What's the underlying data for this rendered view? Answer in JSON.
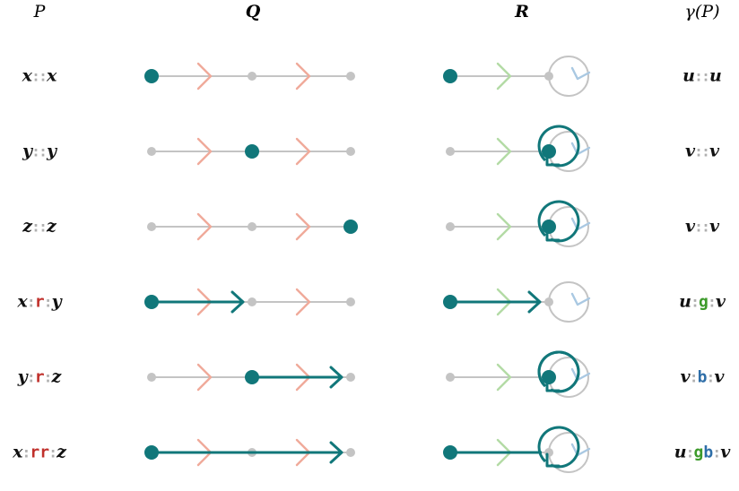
{
  "headers": {
    "p": "P",
    "q": "Q",
    "r": "R",
    "gamma": "γ(P)"
  },
  "colors": {
    "teal": "#11777a",
    "node_gray": "#c4c4c4",
    "edge_gray": "#c4c4c4",
    "q_arrow": "#f0aa9a",
    "r_arrow": "#b3dba5",
    "loop_arrow": "#a9c8e2",
    "label_r": "#c0302b",
    "label_g": "#3c9a2a",
    "label_b": "#2e6ea8",
    "separator": "#b0b0b0"
  },
  "rows": [
    {
      "p": {
        "start": "x",
        "label": "",
        "end": "x"
      },
      "q_path": [
        0,
        0
      ],
      "r_path": [
        0,
        0
      ],
      "gamma": {
        "start": "u",
        "label": "",
        "end": "u"
      }
    },
    {
      "p": {
        "start": "y",
        "label": "",
        "end": "y"
      },
      "q_path": [
        1,
        1
      ],
      "r_path": [
        1,
        1
      ],
      "gamma": {
        "start": "v",
        "label": "",
        "end": "v"
      }
    },
    {
      "p": {
        "start": "z",
        "label": "",
        "end": "z"
      },
      "q_path": [
        2,
        2
      ],
      "r_path": [
        1,
        1
      ],
      "gamma": {
        "start": "v",
        "label": "",
        "end": "v"
      }
    },
    {
      "p": {
        "start": "x",
        "label": "r",
        "end": "y"
      },
      "q_path": [
        0,
        1
      ],
      "r_path": [
        0,
        1
      ],
      "gamma": {
        "start": "u",
        "label": "g",
        "end": "v"
      }
    },
    {
      "p": {
        "start": "y",
        "label": "r",
        "end": "z"
      },
      "q_path": [
        1,
        2
      ],
      "r_path": [
        1,
        1,
        1
      ],
      "gamma": {
        "start": "v",
        "label": "b",
        "end": "v"
      }
    },
    {
      "p": {
        "start": "x",
        "label": "rr",
        "end": "z"
      },
      "q_path": [
        0,
        1,
        2
      ],
      "r_path": [
        0,
        1,
        1
      ],
      "gamma": {
        "start": "u",
        "label": "gb",
        "end": "v"
      }
    }
  ]
}
